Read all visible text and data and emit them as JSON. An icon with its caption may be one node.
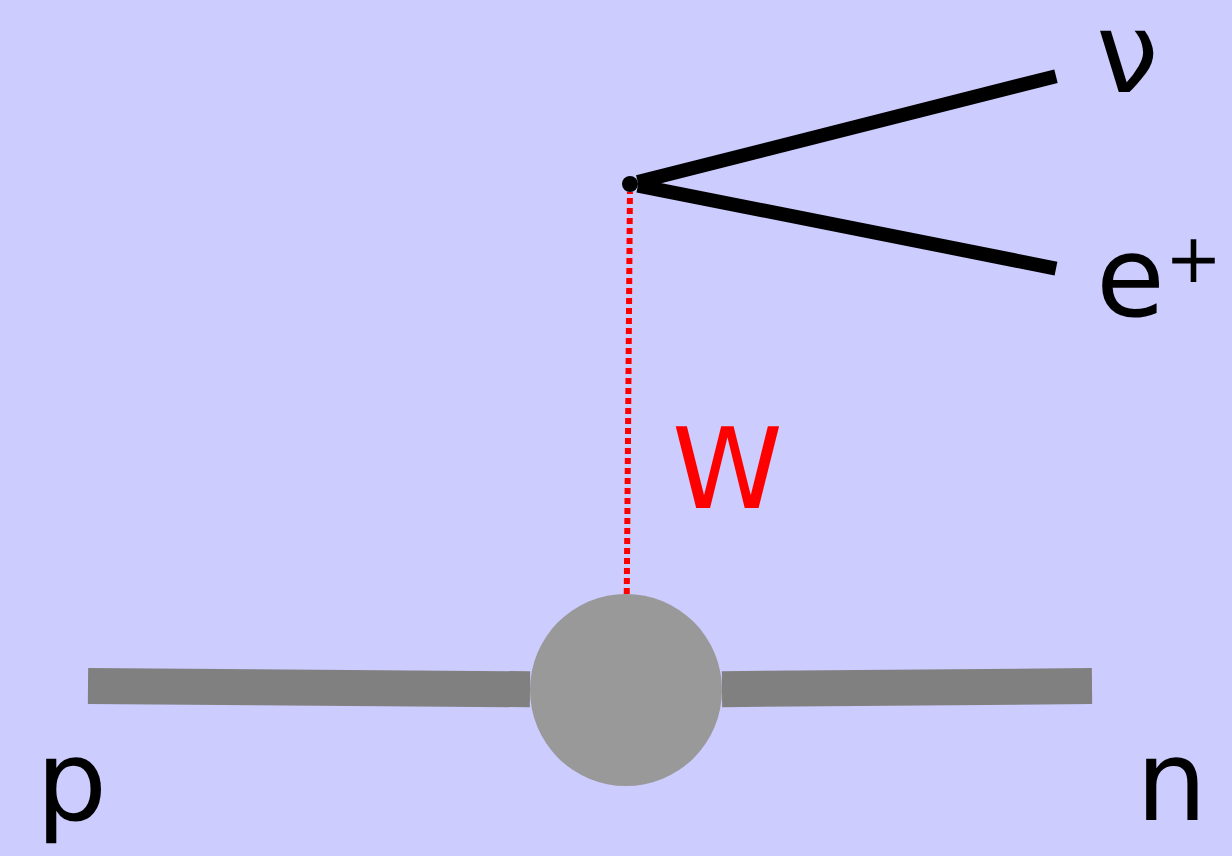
{
  "diagram": {
    "nodes": [
      {
        "text": [
          "ν"
        ]
      },
      {
        "text": [
          "e$^{+}$"
        ]
      },
      {
        "text": [],
        "shape": "circle"
      },
      {
        "text": [],
        "shape": "dot"
      }
    ],
    "edges": [
      {
        "from": null,
        "to": 2,
        "arrow": "none",
        "style": "thick",
        "color": "#808080"
      },
      {
        "from": 2,
        "to": null,
        "arrow": "none",
        "style": "thick",
        "color": "#808080"
      },
      {
        "from": 2,
        "to": 3,
        "arrow": "none",
        "label": "W",
        "style": "dashed",
        "color": "#ff0000"
      },
      {
        "from": 3,
        "to": 0,
        "arrow": "none",
        "color": "#000000"
      },
      {
        "from": 3,
        "to": 1,
        "arrow": "none",
        "color": "#000000"
      }
    ],
    "labels": [
      "p",
      "n"
    ]
  }
}
